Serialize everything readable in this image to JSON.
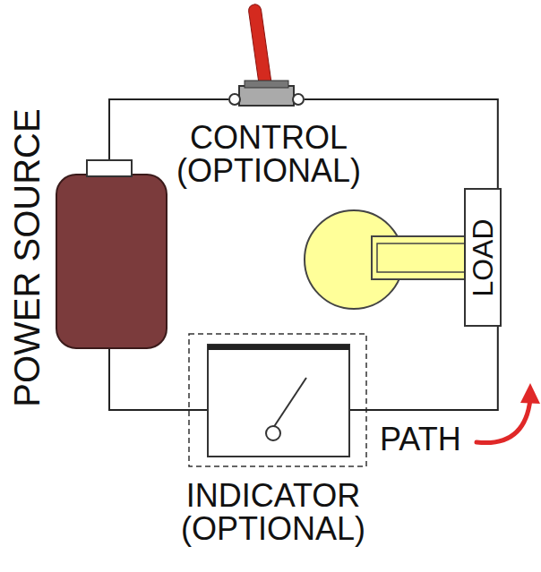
{
  "diagram": {
    "nodes": [
      {
        "text": [
          "POWER SOURCE"
        ]
      },
      {
        "text": [
          "CONTROL (OPTIONAL)"
        ]
      },
      {
        "text": [
          "LOAD"
        ]
      },
      {
        "text": [
          "INDICATOR (OPTIONAL)"
        ]
      }
    ],
    "edges": [
      {
        "from": 0,
        "to": 1,
        "arrow": "none"
      },
      {
        "from": 1,
        "to": 2,
        "arrow": "none"
      },
      {
        "from": 2,
        "to": 3,
        "arrow": "none"
      },
      {
        "from": 3,
        "to": 0,
        "arrow": "none"
      }
    ],
    "labels": [
      "PATH"
    ]
  }
}
